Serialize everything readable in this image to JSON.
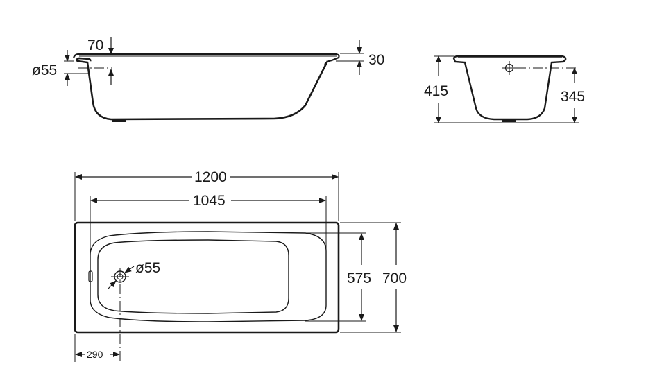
{
  "drawing": {
    "side_view": {
      "dim_rim_offset": "70",
      "dim_rim_height": "30",
      "dim_overflow_diameter": "ø55"
    },
    "end_view": {
      "dim_total_height": "415",
      "dim_inner_depth": "345"
    },
    "top_view": {
      "dim_total_length": "1200",
      "dim_inner_length": "1045",
      "dim_inner_width": "575",
      "dim_total_width": "700",
      "dim_drain_diameter": "ø55",
      "dim_drain_offset": "290"
    }
  }
}
